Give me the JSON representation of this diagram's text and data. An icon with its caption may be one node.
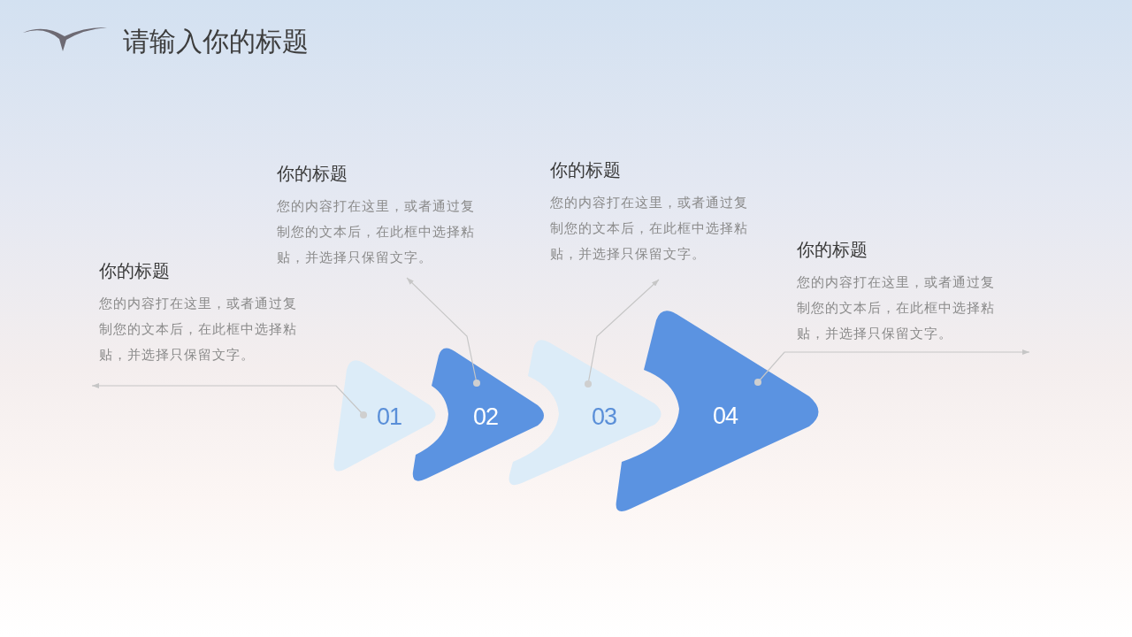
{
  "diagram": {
    "title": "请输入你的标题",
    "nodes": [
      {
        "text": [
          "你的标题",
          "您的内容打在这里，或者通过复制您的文本后，在此框中选择粘贴，并选择只保留文字。"
        ]
      },
      {
        "text": [
          "你的标题",
          "您的内容打在这里，或者通过复制您的文本后，在此框中选择粘贴，并选择只保留文字。"
        ]
      },
      {
        "text": [
          "你的标题",
          "您的内容打在这里，或者通过复制您的文本后，在此框中选择粘贴，并选择只保留文字。"
        ]
      },
      {
        "text": [
          "你的标题",
          "您的内容打在这里，或者通过复制您的文本后，在此框中选择粘贴，并选择只保留文字。"
        ]
      },
      {
        "text": [
          "01"
        ]
      },
      {
        "text": [
          "02"
        ]
      },
      {
        "text": [
          "03"
        ]
      },
      {
        "text": [
          "04"
        ]
      }
    ],
    "edges": [
      {
        "from": 4,
        "to": 0,
        "arrow": "to"
      },
      {
        "from": 5,
        "to": 1,
        "arrow": "to"
      },
      {
        "from": 6,
        "to": 2,
        "arrow": "to"
      },
      {
        "from": 7,
        "to": 3,
        "arrow": "to"
      }
    ]
  }
}
